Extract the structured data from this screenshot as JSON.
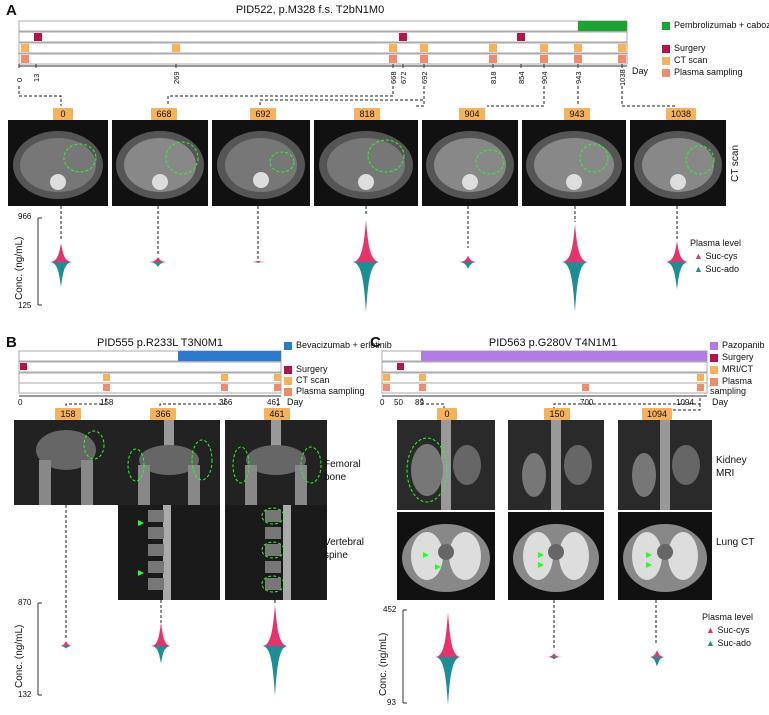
{
  "panelA": {
    "letter": "A",
    "title": "PID522, p.M328 f.s. T2bN1M0",
    "day_label": "Day",
    "timeline_days": [
      "0",
      "13",
      "269",
      "668",
      "672",
      "692",
      "818",
      "854",
      "904",
      "943",
      "1038"
    ],
    "legend": [
      {
        "label": "Pembrolizumab + cabozantinib",
        "color": "#1aa531"
      },
      {
        "label": "Surgery",
        "color": "#b5134a"
      },
      {
        "label": "CT scan",
        "color": "#f6b25a"
      },
      {
        "label": "Plasma sampling",
        "color": "#f28b6b"
      }
    ],
    "image_days": [
      "0",
      "668",
      "692",
      "818",
      "904",
      "943",
      "1038"
    ],
    "modality_label": "CT scan",
    "plasma": {
      "legend_title": "Plasma level",
      "suc_cys": "Suc-cys",
      "suc_ado": "Suc-ado",
      "ymax": "966",
      "ymin": "125",
      "ylabel": "Conc. (ng/mL)",
      "cys_values": [
        0.45,
        0.12,
        0.03,
        1.0,
        0.15,
        0.9,
        0.5
      ],
      "ado_values": [
        0.5,
        0.1,
        0.02,
        1.0,
        0.14,
        1.0,
        0.55
      ]
    }
  },
  "panelB": {
    "letter": "B",
    "title": "PID555 p.R233L T3N0M1",
    "day_label": "Day",
    "timeline_days": [
      "0",
      "158",
      "366",
      "461"
    ],
    "legend": [
      {
        "label": "Bevacizumab + erlotinib",
        "color": "#2a7ad1"
      },
      {
        "label": "Surgery",
        "color": "#b5134a"
      },
      {
        "label": "CT scan",
        "color": "#f6b25a"
      },
      {
        "label": "Plasma sampling",
        "color": "#f28b6b"
      }
    ],
    "image_days": [
      "158",
      "366",
      "461"
    ],
    "modality_top": "Femoral bone",
    "modality_bottom": "Vertebral spine",
    "plasma": {
      "ymax": "870",
      "ymin": "132",
      "ylabel": "Conc. (ng/mL)",
      "cys_values": [
        0.12,
        0.55,
        1.0
      ],
      "ado_values": [
        0.05,
        0.35,
        1.0
      ]
    }
  },
  "panelC": {
    "letter": "C",
    "title": "PID563 p.G280V T4N1M1",
    "day_label": "Day",
    "timeline_days": [
      "0",
      "50",
      "89",
      "700",
      "1094"
    ],
    "legend": [
      {
        "label": "Pazopanib",
        "color": "#b27be8"
      },
      {
        "label": "Surgery",
        "color": "#b5134a"
      },
      {
        "label": "MRI/CT",
        "color": "#f6b25a"
      },
      {
        "label": "Plasma sampling",
        "color": "#f28b6b"
      }
    ],
    "image_days": [
      "0",
      "150",
      "1094"
    ],
    "modality_top": "Kidney MRI",
    "modality_bottom": "Lung CT",
    "plasma": {
      "legend_title": "Plasma level",
      "suc_cys": "Suc-cys",
      "suc_ado": "Suc-ado",
      "ymax": "452",
      "ymin": "93",
      "ylabel": "Conc. (ng/mL)",
      "cys_values": [
        1.0,
        0.08,
        0.15
      ],
      "ado_values": [
        1.0,
        0.05,
        0.2
      ]
    }
  },
  "colors": {
    "cys": "#e8336a",
    "ado": "#1b8e96",
    "badge": "#f6b25a"
  }
}
